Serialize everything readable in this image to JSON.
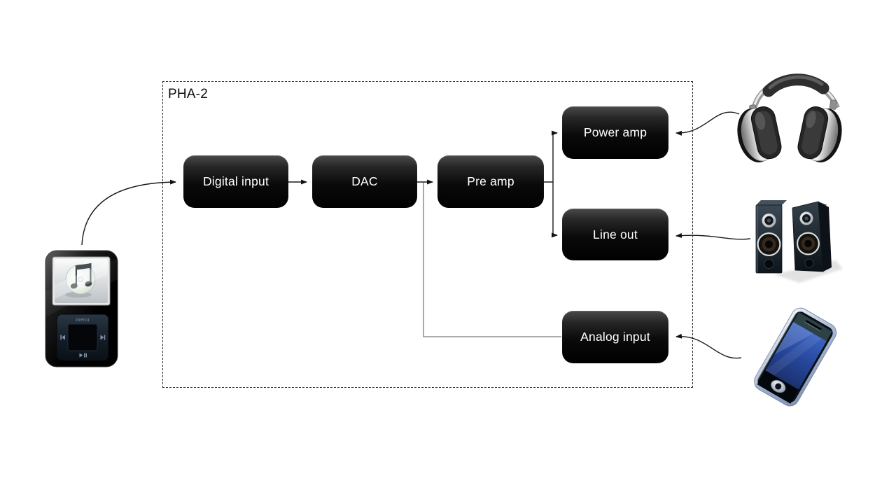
{
  "diagram": {
    "title": "PHA-2",
    "nodes": {
      "digital_input": {
        "label": "Digital input"
      },
      "dac": {
        "label": "DAC"
      },
      "pre_amp": {
        "label": "Pre amp"
      },
      "power_amp": {
        "label": "Power amp"
      },
      "line_out": {
        "label": "Line out"
      },
      "analog_input": {
        "label": "Analog input"
      }
    },
    "devices": {
      "media_player": {
        "name": "portable media player",
        "menu_label": "menu"
      },
      "headphones": {
        "name": "headphones"
      },
      "speakers": {
        "name": "stereo speakers"
      },
      "phone": {
        "name": "smartphone"
      }
    },
    "edges": [
      {
        "from": "media-player",
        "to": "digital-input",
        "style": "curved-arrow"
      },
      {
        "from": "digital-input",
        "to": "dac",
        "style": "arrow"
      },
      {
        "from": "dac",
        "to": "pre-amp",
        "style": "arrow"
      },
      {
        "from": "analog-input",
        "to": "dac-to-pre-amp-junction",
        "style": "plain-line"
      },
      {
        "from": "pre-amp",
        "to": "power-amp",
        "style": "elbow-arrow"
      },
      {
        "from": "pre-amp",
        "to": "line-out",
        "style": "elbow-arrow"
      },
      {
        "from": "headphones",
        "to": "power-amp",
        "style": "curved-arrow"
      },
      {
        "from": "speakers",
        "to": "line-out",
        "style": "arrow"
      },
      {
        "from": "phone",
        "to": "analog-input",
        "style": "curved-arrow"
      }
    ],
    "colors": {
      "background": "#ffffff",
      "node_fill_top": "#4a4a4a",
      "node_fill_bottom": "#000000",
      "node_text": "#ffffff",
      "container_border": "#2b2b2b",
      "connector_primary": "#1a1a1a",
      "connector_secondary": "#7a7a7a",
      "title_text": "#0c0c0c"
    }
  }
}
